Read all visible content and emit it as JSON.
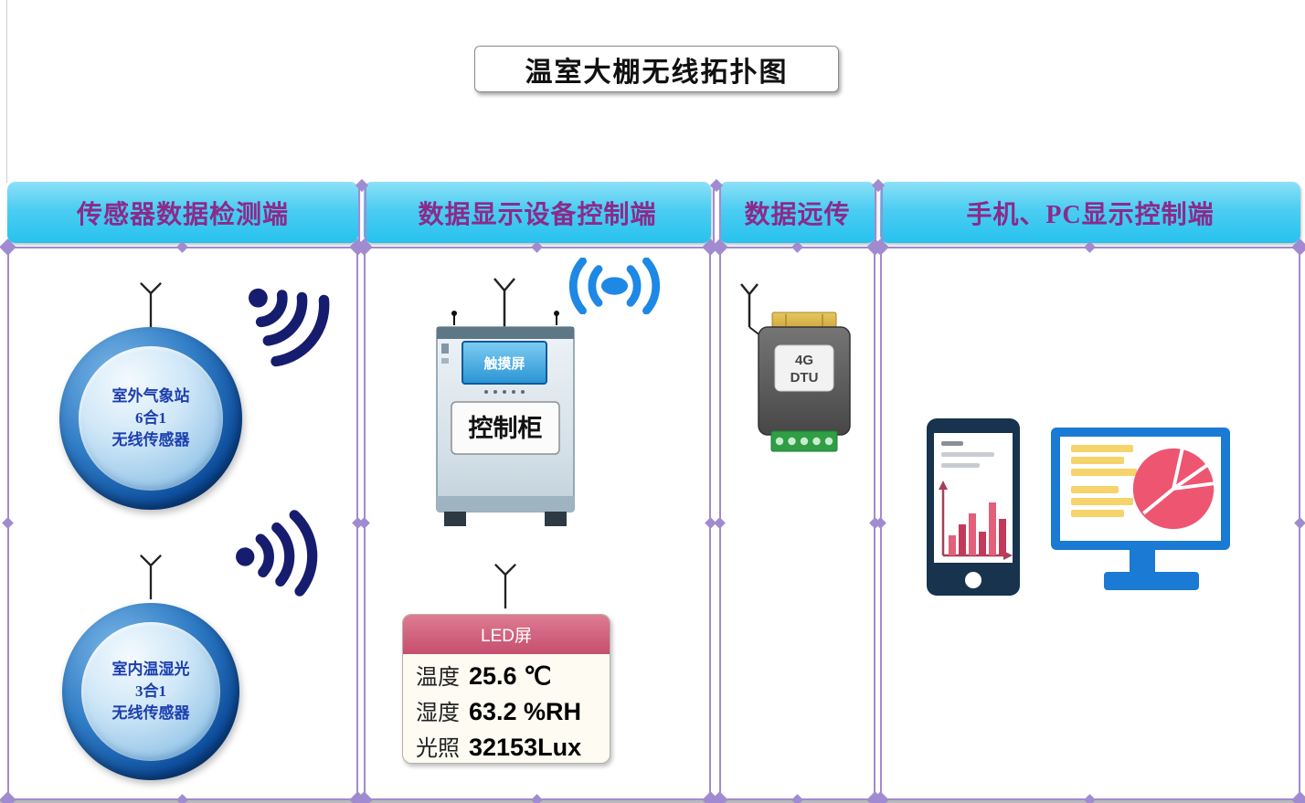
{
  "page": {
    "title": "温室大棚无线拓扑图"
  },
  "headers": [
    {
      "label": "传感器数据检测端"
    },
    {
      "label": "数据显示设备控制端"
    },
    {
      "label": "数据远传"
    },
    {
      "label": "手机、PC显示控制端"
    }
  ],
  "sensors": [
    {
      "lines": [
        "室外气象站",
        "6合1",
        "无线传感器"
      ]
    },
    {
      "lines": [
        "室内温湿光",
        "3合1",
        "无线传感器"
      ]
    }
  ],
  "cabinet": {
    "screen": "触摸屏",
    "label": "控制柜"
  },
  "led_panel": {
    "title": "LED屏",
    "rows": [
      {
        "label": "温度",
        "value": "25.6 ℃"
      },
      {
        "label": "湿度",
        "value": "63.2 %RH"
      },
      {
        "label": "光照",
        "value": "32153Lux"
      }
    ]
  },
  "dtu": {
    "line1": "4G",
    "line2": "DTU"
  },
  "icons": [
    "antenna-icon",
    "wifi-signal-icon",
    "broadcast-icon",
    "touchscreen",
    "bar-chart-icon",
    "pie-chart-icon",
    "smartphone-icon",
    "monitor-icon"
  ],
  "colors": {
    "header_fill": "#3ec9f1",
    "header_text": "#8b2a8b",
    "frame_purple": "#a18bd0",
    "sensor_ring_blue": "#1565c0",
    "sensor_text_blue": "#1d3fae",
    "signal_navy": "#161d6e",
    "wifi_blue": "#1e88e5",
    "led_header_pink": "#c64e6c",
    "dtu_body_gray": "#4d4d4d",
    "dtu_terminal_green": "#2f9e44",
    "device_blue": "#1a7ad4",
    "pie_pink": "#ee5571",
    "doc_line_yellow": "#f6d36b"
  }
}
